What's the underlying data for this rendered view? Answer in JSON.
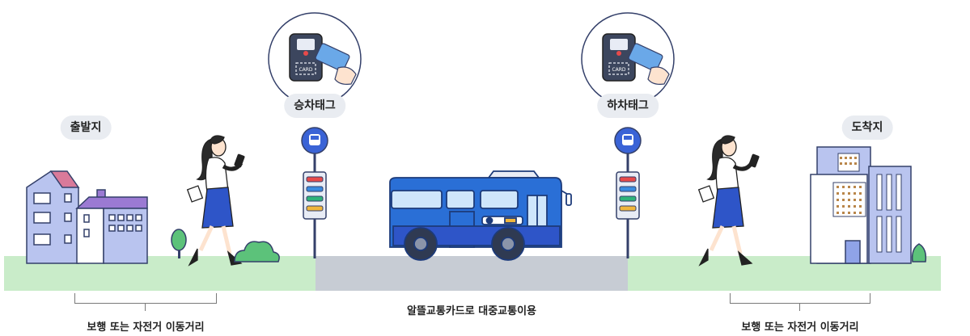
{
  "labels": {
    "departure": "출발지",
    "boarding_tag": "승차태그",
    "alighting_tag": "하차태그",
    "destination": "도착지",
    "walk_bike_left": "보행 또는 자전거 이동거리",
    "public_transit": "알뜰교통카드로 대중교통이용",
    "walk_bike_right": "보행 또는 자전거 이동거리",
    "card_text": "CARD"
  },
  "colors": {
    "ground_green": "#c9ecc9",
    "road_gray": "#c7ccd4",
    "bus_blue": "#2a6fd6",
    "bus_dark": "#1d3b7a",
    "skirt_blue": "#2e55c8",
    "building_lavender": "#b9c4ef",
    "roof_pink": "#d97a9a",
    "stop_sign_blue": "#3a63d6"
  }
}
